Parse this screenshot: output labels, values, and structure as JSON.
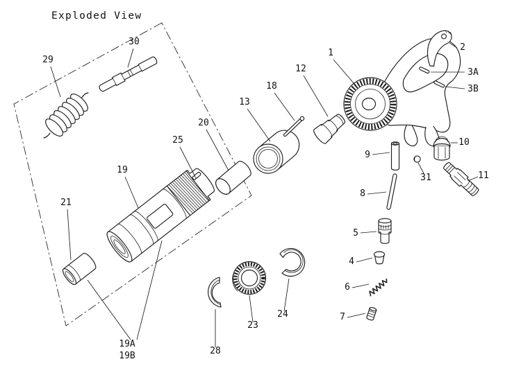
{
  "title": "Exploded View",
  "colors": {
    "ink": "#1c1c1c",
    "paper": "#ffffff"
  },
  "labels": {
    "n1": "1",
    "n2": "2",
    "n3a": "3A",
    "n3b": "3B",
    "n4": "4",
    "n5": "5",
    "n6": "6",
    "n7": "7",
    "n8": "8",
    "n9": "9",
    "n10": "10",
    "n11": "11",
    "n12": "12",
    "n13": "13",
    "n18": "18",
    "n19": "19",
    "n19a": "19A",
    "n19b": "19B",
    "n20": "20",
    "n21": "21",
    "n23": "23",
    "n24": "24",
    "n25": "25",
    "n28": "28",
    "n29": "29",
    "n30": "30",
    "n31": "31"
  }
}
